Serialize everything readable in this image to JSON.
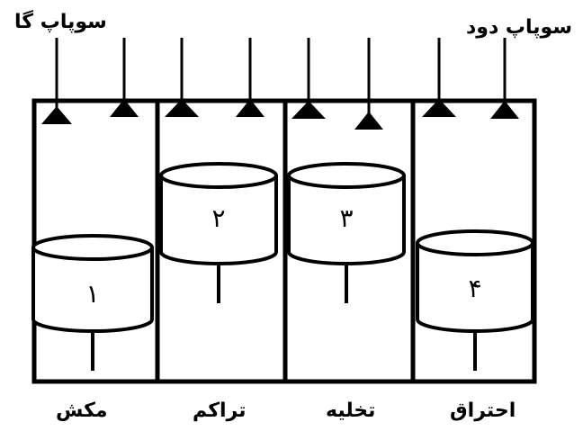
{
  "labels": {
    "intake_valve": "سوپاپ گا",
    "exhaust_valve": "سوپاپ دود"
  },
  "cylinders": [
    {
      "number": "۱",
      "stroke": "مکش"
    },
    {
      "number": "۲",
      "stroke": "تراکم"
    },
    {
      "number": "۳",
      "stroke": "تخلیه"
    },
    {
      "number": "۴",
      "stroke": "احتراق"
    }
  ]
}
